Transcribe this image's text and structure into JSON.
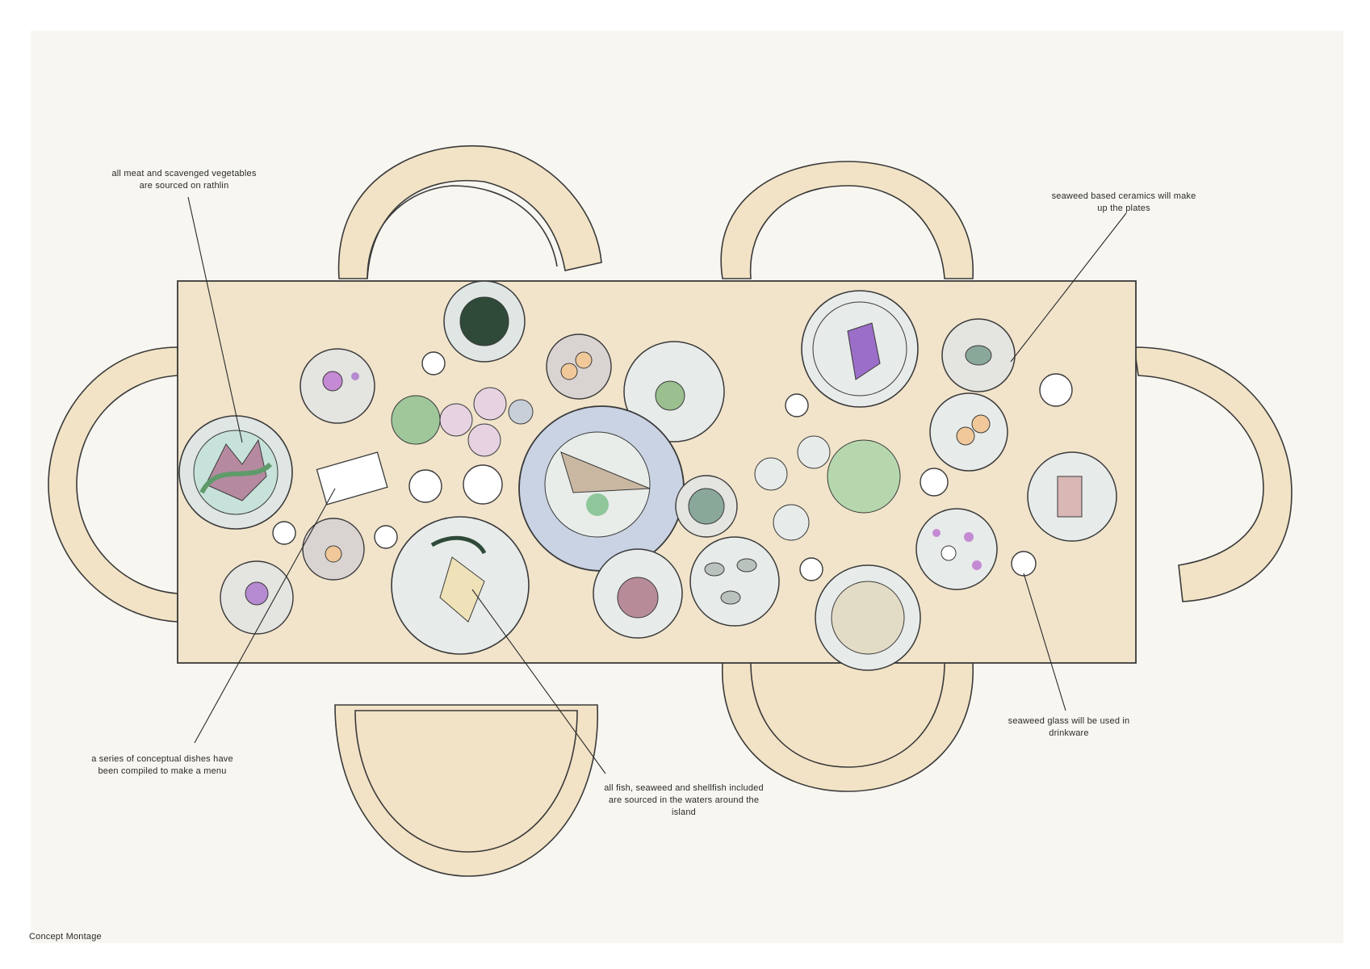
{
  "annotations": {
    "meat": "all meat and scavenged vegetables\nare sourced on rathlin",
    "ceramics": "seaweed based ceramics will make\nup the plates",
    "menu": "a series of conceptual dishes have\nbeen compiled to make a menu",
    "fish": "all fish, seaweed and shellfish included\nare sourced in the waters around the\nisland",
    "glass": "seaweed glass will be used in\ndrinkware"
  },
  "caption": "Concept Montage",
  "colors": {
    "background": "#ffffff",
    "paper": "#f7f6f1",
    "table_wood": "#f1e4cb",
    "chair_wood": "#f2e3c6",
    "outline": "#3a3a3a",
    "plate": "#e7ebe9",
    "plate_blue": "#c9d3e3",
    "greens": "#7fae86",
    "purple": "#b58ad0",
    "pink": "#d9a6c4",
    "peach": "#f0c89a"
  }
}
